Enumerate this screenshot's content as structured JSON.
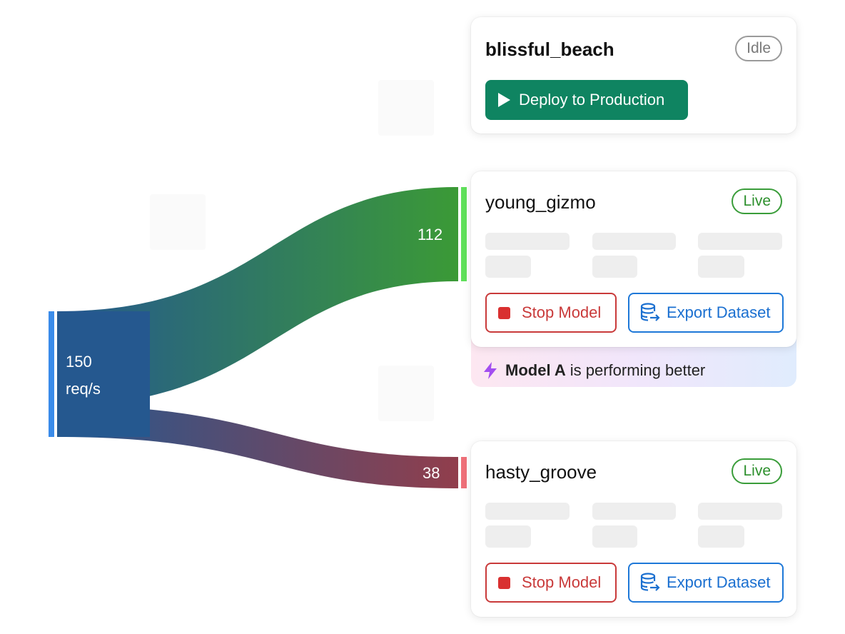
{
  "source": {
    "value": "150",
    "unit": "req/s"
  },
  "flows": [
    {
      "value": "112",
      "color_start": "#25588f",
      "color_end": "#3b9a36",
      "accent": "#5fe05a"
    },
    {
      "value": "38",
      "color_start": "#25588f",
      "color_end": "#913e4c",
      "accent": "#ee6f78"
    }
  ],
  "source_bar_color": "#3b8cea",
  "cards": {
    "staging": {
      "name": "blissful_beach",
      "status": "Idle",
      "deploy_label": "Deploy to Production"
    },
    "model_a": {
      "name": "young_gizmo",
      "status": "Live",
      "stop_label": "Stop Model",
      "export_label": "Export Dataset"
    },
    "model_b": {
      "name": "hasty_groove",
      "status": "Live",
      "stop_label": "Stop Model",
      "export_label": "Export Dataset"
    }
  },
  "insight": {
    "model": "Model A",
    "text": "is performing better"
  },
  "icons": {
    "deploy": "play-icon",
    "stop": "stop-square-icon",
    "export": "database-export-icon",
    "insight": "lightning-bolt-icon"
  }
}
